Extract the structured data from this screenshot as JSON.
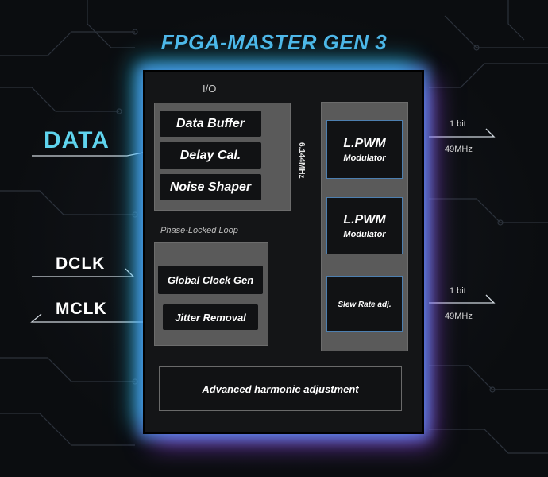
{
  "title": "FPGA-MASTER GEN 3",
  "inputs": {
    "data": "DATA",
    "dclk": "DCLK",
    "mclk": "MCLK"
  },
  "io": {
    "label": "I/O",
    "blocks": [
      "Data Buffer",
      "Delay Cal.",
      "Noise Shaper"
    ]
  },
  "link_frequency": "6.144MHz",
  "pll": {
    "label": "Phase-Locked Loop",
    "blocks": [
      "Global Clock Gen",
      "Jitter Removal"
    ]
  },
  "modulators": [
    {
      "title": "L.PWM",
      "subtitle": "Modulator"
    },
    {
      "title": "L.PWM",
      "subtitle": "Modulator"
    }
  ],
  "slew_rate": "Slew Rate adj.",
  "outputs": [
    {
      "bits": "1 bit",
      "rate": "49MHz"
    },
    {
      "bits": "1 bit",
      "rate": "49MHz"
    }
  ],
  "harmonic": "Advanced harmonic adjustment",
  "colors": {
    "title": "#4fb7e8",
    "data_label": "#5fd4ee",
    "glow_cyan": "#28dcff",
    "glow_purple": "#aa50ff",
    "trace": "#3c4450"
  }
}
